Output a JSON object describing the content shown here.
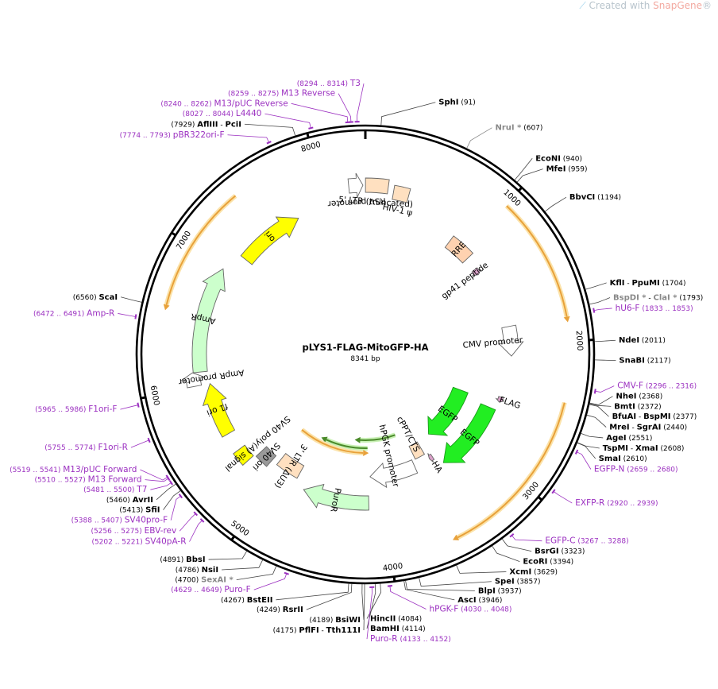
{
  "watermark": {
    "prefix": "Created with ",
    "brand": "SnapGene",
    "suffix": "®"
  },
  "plasmid": {
    "name": "pLYS1-FLAG-MitoGFP-HA",
    "size_label": "8341 bp",
    "length": 8341
  },
  "colors": {
    "enzyme": "#000000",
    "enzyme_gray": "#888888",
    "primer": "#9b30c0",
    "ori": "#ffff00",
    "amp": "#ccffcc",
    "egfp": "#22ee22",
    "ltr": "#ffe0c0",
    "rre": "#ffd2b0",
    "orange": "#e8a13a",
    "green_line": "#4a8a2a",
    "gray_box": "#9a9a9a"
  },
  "tick_labels": [
    {
      "pos": 1000,
      "text": "1000"
    },
    {
      "pos": 2000,
      "text": "2000"
    },
    {
      "pos": 3000,
      "text": "3000"
    },
    {
      "pos": 4000,
      "text": "4000"
    },
    {
      "pos": 5000,
      "text": "5000"
    },
    {
      "pos": 6000,
      "text": "6000"
    },
    {
      "pos": 7000,
      "text": "7000"
    },
    {
      "pos": 8000,
      "text": "8000"
    }
  ],
  "sites": [
    {
      "pos": 91,
      "kind": "enzyme",
      "parts": [
        {
          "t": "SphI",
          "b": true
        },
        {
          "t": "  (91)"
        }
      ]
    },
    {
      "pos": 607,
      "kind": "enzyme_gray",
      "parts": [
        {
          "t": "NruI *",
          "b": true,
          "g": true
        },
        {
          "t": "  (607)"
        }
      ]
    },
    {
      "pos": 940,
      "kind": "enzyme",
      "parts": [
        {
          "t": "EcoNI",
          "b": true
        },
        {
          "t": "  (940)"
        }
      ]
    },
    {
      "pos": 959,
      "kind": "enzyme",
      "parts": [
        {
          "t": "MfeI",
          "b": true
        },
        {
          "t": "  (959)"
        }
      ]
    },
    {
      "pos": 1194,
      "kind": "enzyme",
      "parts": [
        {
          "t": "BbvCI",
          "b": true
        },
        {
          "t": "  (1194)"
        }
      ]
    },
    {
      "pos": 1704,
      "kind": "enzyme",
      "parts": [
        {
          "t": "KflI",
          "b": true
        },
        {
          "t": " - "
        },
        {
          "t": "PpuMI",
          "b": true
        },
        {
          "t": "  (1704)"
        }
      ]
    },
    {
      "pos": 1793,
      "kind": "enzyme",
      "parts": [
        {
          "t": "BspDI *",
          "b": true,
          "g": true
        },
        {
          "t": " - "
        },
        {
          "t": "ClaI *",
          "b": true,
          "g": true
        },
        {
          "t": "  (1793)"
        }
      ]
    },
    {
      "pos": 1833,
      "kind": "primer",
      "parts": [
        {
          "t": "hU6-F"
        },
        {
          "t": "  (1833 .. 1853)"
        }
      ]
    },
    {
      "pos": 2011,
      "kind": "enzyme",
      "parts": [
        {
          "t": "NdeI",
          "b": true
        },
        {
          "t": "  (2011)"
        }
      ]
    },
    {
      "pos": 2117,
      "kind": "enzyme",
      "parts": [
        {
          "t": "SnaBI",
          "b": true
        },
        {
          "t": "  (2117)"
        }
      ]
    },
    {
      "pos": 2296,
      "kind": "primer",
      "parts": [
        {
          "t": "CMV-F"
        },
        {
          "t": "  (2296 .. 2316)"
        }
      ]
    },
    {
      "pos": 2368,
      "kind": "enzyme",
      "parts": [
        {
          "t": "NheI",
          "b": true
        },
        {
          "t": "  (2368)"
        }
      ]
    },
    {
      "pos": 2372,
      "kind": "enzyme",
      "parts": [
        {
          "t": "BmtI",
          "b": true
        },
        {
          "t": "  (2372)"
        }
      ]
    },
    {
      "pos": 2377,
      "kind": "enzyme",
      "parts": [
        {
          "t": "BfuAI",
          "b": true
        },
        {
          "t": " - "
        },
        {
          "t": "BspMI",
          "b": true
        },
        {
          "t": "  (2377)"
        }
      ]
    },
    {
      "pos": 2440,
      "kind": "enzyme",
      "parts": [
        {
          "t": "MreI",
          "b": true
        },
        {
          "t": " - "
        },
        {
          "t": "SgrAI",
          "b": true
        },
        {
          "t": "  (2440)"
        }
      ]
    },
    {
      "pos": 2551,
      "kind": "enzyme",
      "parts": [
        {
          "t": "AgeI",
          "b": true
        },
        {
          "t": "  (2551)"
        }
      ]
    },
    {
      "pos": 2608,
      "kind": "enzyme",
      "parts": [
        {
          "t": "TspMI",
          "b": true
        },
        {
          "t": " - "
        },
        {
          "t": "XmaI",
          "b": true
        },
        {
          "t": "  (2608)"
        }
      ]
    },
    {
      "pos": 2610,
      "kind": "enzyme",
      "parts": [
        {
          "t": "SmaI",
          "b": true
        },
        {
          "t": "  (2610)"
        }
      ]
    },
    {
      "pos": 2659,
      "kind": "primer",
      "parts": [
        {
          "t": "EGFP-N"
        },
        {
          "t": "  (2659 .. 2680)"
        }
      ]
    },
    {
      "pos": 2920,
      "kind": "primer",
      "parts": [
        {
          "t": "EXFP-R"
        },
        {
          "t": "  (2920 .. 2939)"
        }
      ]
    },
    {
      "pos": 3267,
      "kind": "primer",
      "parts": [
        {
          "t": "EGFP-C"
        },
        {
          "t": "  (3267 .. 3288)"
        }
      ]
    },
    {
      "pos": 3323,
      "kind": "enzyme",
      "parts": [
        {
          "t": "BsrGI",
          "b": true
        },
        {
          "t": "  (3323)"
        }
      ]
    },
    {
      "pos": 3394,
      "kind": "enzyme",
      "parts": [
        {
          "t": "EcoRI",
          "b": true
        },
        {
          "t": "  (3394)"
        }
      ]
    },
    {
      "pos": 3629,
      "kind": "enzyme",
      "parts": [
        {
          "t": "XcmI",
          "b": true
        },
        {
          "t": "  (3629)"
        }
      ]
    },
    {
      "pos": 3857,
      "kind": "enzyme",
      "parts": [
        {
          "t": "SpeI",
          "b": true
        },
        {
          "t": "  (3857)"
        }
      ]
    },
    {
      "pos": 3937,
      "kind": "enzyme",
      "parts": [
        {
          "t": "BlpI",
          "b": true
        },
        {
          "t": "  (3937)"
        }
      ]
    },
    {
      "pos": 3946,
      "kind": "enzyme",
      "parts": [
        {
          "t": "AscI",
          "b": true
        },
        {
          "t": "  (3946)"
        }
      ]
    },
    {
      "pos": 4030,
      "kind": "primer",
      "parts": [
        {
          "t": "hPGK-F"
        },
        {
          "t": "  (4030 .. 4048)"
        }
      ]
    },
    {
      "pos": 4084,
      "kind": "enzyme",
      "parts": [
        {
          "t": "HincII",
          "b": true
        },
        {
          "t": "  (4084)"
        }
      ]
    },
    {
      "pos": 4114,
      "kind": "enzyme",
      "parts": [
        {
          "t": "BamHI",
          "b": true
        },
        {
          "t": "  (4114)"
        }
      ]
    },
    {
      "pos": 4133,
      "kind": "primer",
      "parts": [
        {
          "t": "Puro-R"
        },
        {
          "t": "  (4133 .. 4152)"
        }
      ]
    },
    {
      "pos": 4175,
      "kind": "enzyme",
      "parts": [
        {
          "t": "(4175)  "
        },
        {
          "t": "PflFI",
          "b": true
        },
        {
          "t": " - "
        },
        {
          "t": "Tth111I",
          "b": true
        }
      ]
    },
    {
      "pos": 4189,
      "kind": "enzyme",
      "parts": [
        {
          "t": "(4189)  "
        },
        {
          "t": "BsiWI",
          "b": true
        }
      ]
    },
    {
      "pos": 4249,
      "kind": "enzyme",
      "parts": [
        {
          "t": "(4249)  "
        },
        {
          "t": "RsrII",
          "b": true
        }
      ]
    },
    {
      "pos": 4267,
      "kind": "enzyme",
      "parts": [
        {
          "t": "(4267)  "
        },
        {
          "t": "BstEII",
          "b": true
        }
      ]
    },
    {
      "pos": 4629,
      "kind": "primer",
      "parts": [
        {
          "t": "(4629 .. 4649)  "
        },
        {
          "t": "Puro-F"
        }
      ]
    },
    {
      "pos": 4700,
      "kind": "enzyme",
      "parts": [
        {
          "t": "(4700)  "
        },
        {
          "t": "SexAI *",
          "b": true,
          "g": true
        }
      ]
    },
    {
      "pos": 4786,
      "kind": "enzyme",
      "parts": [
        {
          "t": "(4786)  "
        },
        {
          "t": "NsiI",
          "b": true
        }
      ]
    },
    {
      "pos": 4891,
      "kind": "enzyme",
      "parts": [
        {
          "t": "(4891)  "
        },
        {
          "t": "BbsI",
          "b": true
        }
      ]
    },
    {
      "pos": 5202,
      "kind": "primer",
      "parts": [
        {
          "t": "(5202 .. 5221)  "
        },
        {
          "t": "SV40pA-R"
        }
      ]
    },
    {
      "pos": 5256,
      "kind": "primer",
      "parts": [
        {
          "t": "(5256 .. 5275)  "
        },
        {
          "t": "EBV-rev"
        }
      ]
    },
    {
      "pos": 5388,
      "kind": "primer",
      "parts": [
        {
          "t": "(5388 .. 5407)  "
        },
        {
          "t": "SV40pro-F"
        }
      ]
    },
    {
      "pos": 5413,
      "kind": "enzyme",
      "parts": [
        {
          "t": "(5413)  "
        },
        {
          "t": "SfiI",
          "b": true
        }
      ]
    },
    {
      "pos": 5460,
      "kind": "enzyme",
      "parts": [
        {
          "t": "(5460)  "
        },
        {
          "t": "AvrII",
          "b": true
        }
      ]
    },
    {
      "pos": 5481,
      "kind": "primer",
      "parts": [
        {
          "t": "(5481 .. 5500)  "
        },
        {
          "t": "T7"
        }
      ]
    },
    {
      "pos": 5510,
      "kind": "primer",
      "parts": [
        {
          "t": "(5510 .. 5527)  "
        },
        {
          "t": "M13 Forward"
        }
      ]
    },
    {
      "pos": 5519,
      "kind": "primer",
      "parts": [
        {
          "t": "(5519 .. 5541)  "
        },
        {
          "t": "M13/pUC Forward"
        }
      ]
    },
    {
      "pos": 5755,
      "kind": "primer",
      "parts": [
        {
          "t": "(5755 .. 5774)  "
        },
        {
          "t": "F1ori-R"
        }
      ]
    },
    {
      "pos": 5965,
      "kind": "primer",
      "parts": [
        {
          "t": "(5965 .. 5986)  "
        },
        {
          "t": "F1ori-F"
        }
      ]
    },
    {
      "pos": 6472,
      "kind": "primer",
      "parts": [
        {
          "t": "(6472 .. 6491)  "
        },
        {
          "t": "Amp-R"
        }
      ]
    },
    {
      "pos": 6560,
      "kind": "enzyme",
      "parts": [
        {
          "t": "(6560)  "
        },
        {
          "t": "ScaI",
          "b": true
        }
      ]
    },
    {
      "pos": 7774,
      "kind": "primer",
      "parts": [
        {
          "t": "(7774 .. 7793)  "
        },
        {
          "t": "pBR322ori-F"
        }
      ]
    },
    {
      "pos": 7929,
      "kind": "enzyme",
      "parts": [
        {
          "t": "(7929)  "
        },
        {
          "t": "AflIII",
          "b": true
        },
        {
          "t": " - "
        },
        {
          "t": "PciI",
          "b": true
        }
      ]
    },
    {
      "pos": 8027,
      "kind": "primer",
      "parts": [
        {
          "t": "(8027 .. 8044)  "
        },
        {
          "t": "L4440"
        }
      ]
    },
    {
      "pos": 8240,
      "kind": "primer",
      "parts": [
        {
          "t": "(8240 .. 8262)  "
        },
        {
          "t": "M13/pUC Reverse"
        }
      ]
    },
    {
      "pos": 8259,
      "kind": "primer",
      "parts": [
        {
          "t": "(8259 .. 8275)  "
        },
        {
          "t": "M13 Reverse"
        }
      ]
    },
    {
      "pos": 8294,
      "kind": "primer",
      "parts": [
        {
          "t": "(8294 .. 8314)  "
        },
        {
          "t": "T3"
        }
      ]
    }
  ],
  "features": [
    {
      "name": "RSV promoter",
      "start": 8210,
      "end": 8322,
      "kind": "rsv",
      "dir": 1
    },
    {
      "name": "5' LTR (truncated)",
      "start": 1,
      "end": 181,
      "kind": "ltr",
      "dir": 0
    },
    {
      "name": "HIV-1 ψ",
      "start": 228,
      "end": 354,
      "kind": "ltr",
      "dir": 0
    },
    {
      "name": "RRE",
      "start": 850,
      "end": 1084,
      "kind": "rre",
      "dir": 0
    },
    {
      "name": "gp41 peptide",
      "start": 1210,
      "end": 1270,
      "kind": "peptide",
      "dir": 1
    },
    {
      "name": "CMV promoter",
      "start": 1830,
      "end": 2100,
      "kind": "promoter",
      "dir": 1
    },
    {
      "name": "EGFP",
      "start": 2560,
      "end": 3280,
      "kind": "egfp",
      "dir": 1
    },
    {
      "name": "FLAG",
      "start": 2490,
      "end": 2540,
      "kind": "peptide",
      "dir": 1
    },
    {
      "name": "EGFP",
      "start": 2620,
      "end": 3340,
      "kind": "egfp",
      "dir": 1
    },
    {
      "name": "HA",
      "start": 3400,
      "end": 3440,
      "kind": "peptide",
      "dir": 1
    },
    {
      "name": "cPPT/CTS",
      "start": 3460,
      "end": 3580,
      "kind": "ltr",
      "dir": 0
    },
    {
      "name": "hPGK promoter",
      "start": 3620,
      "end": 4120,
      "kind": "promoter",
      "dir": 1
    },
    {
      "name": "PuroR",
      "start": 4140,
      "end": 4740,
      "kind": "amp",
      "dir": 1
    },
    {
      "name": "3' LTR (ΔU3)",
      "start": 4840,
      "end": 5070,
      "kind": "ltr",
      "dir": 0
    },
    {
      "name": "SV40 ori",
      "start": 5130,
      "end": 5260,
      "kind": "graybox",
      "dir": 0
    },
    {
      "name": "SV40 poly(A) signal",
      "start": 5280,
      "end": 5400,
      "kind": "ori",
      "dir": 0
    },
    {
      "name": "f1 ori",
      "start": 5560,
      "end": 6010,
      "kind": "ori",
      "dir": 1
    },
    {
      "name": "AmpR promoter",
      "start": 6010,
      "end": 6115,
      "kind": "promoter",
      "dir": 1
    },
    {
      "name": "AmpR",
      "start": 6115,
      "end": 6975,
      "kind": "amp",
      "dir": 1
    },
    {
      "name": "ori",
      "start": 7145,
      "end": 7735,
      "kind": "ori",
      "dir": 1
    }
  ],
  "orfs": [
    {
      "start": 1010,
      "end": 1840,
      "kind": "orange",
      "dir": 1
    },
    {
      "start": 2400,
      "end": 3550,
      "kind": "orange",
      "dir": 1
    },
    {
      "start": 4140,
      "end": 4740,
      "kind": "green",
      "dir": 1
    },
    {
      "start": 3700,
      "end": 4250,
      "kind": "green",
      "dir": 1
    },
    {
      "start": 4200,
      "end": 5100,
      "kind": "orange",
      "dir": -1
    },
    {
      "start": 6580,
      "end": 7430,
      "kind": "orange",
      "dir": -1
    }
  ]
}
